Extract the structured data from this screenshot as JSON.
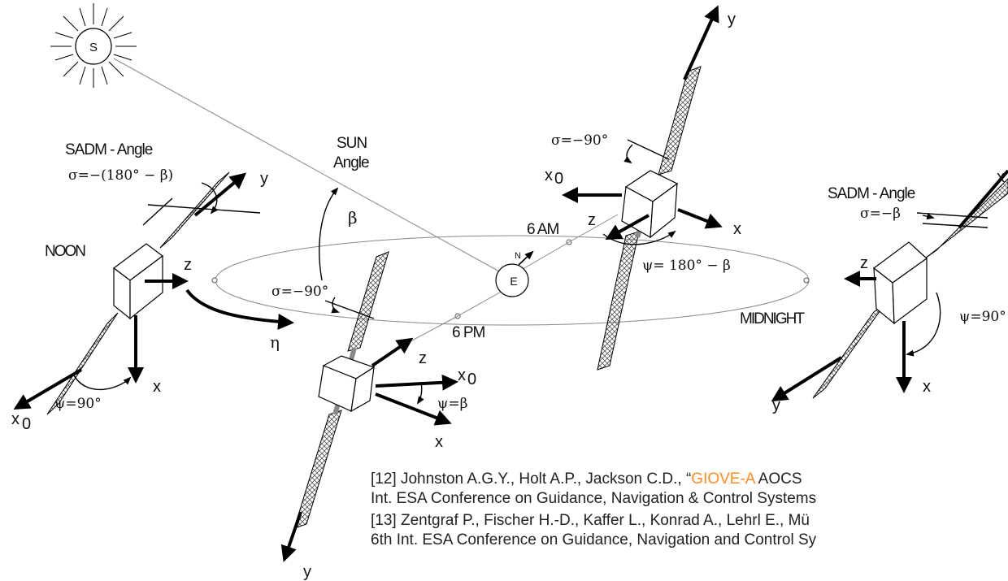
{
  "labels": {
    "sun": "S",
    "sun_angle_1": "SUN",
    "sun_angle_2": "Angle",
    "beta": "β",
    "sadm_left": "SADM - Angle",
    "sigma_noon": "σ=−(180° − β)",
    "noon": "NOON",
    "sadm_right": "SADM - Angle",
    "sigma_midnight": "σ=−β",
    "midnight": "MIDNIGHT",
    "sigma_6am": "σ=−90°",
    "sigma_6pm": "σ=−90°",
    "psi_noon": "ψ=90°",
    "psi_6am": "ψ= 180° − β",
    "psi_6pm": "ψ=β",
    "psi_midnight": "ψ=90°",
    "six_am": "6 AM",
    "six_pm": "6 PM",
    "earth": "E",
    "north": "N",
    "eta": "η"
  },
  "axes": {
    "x": "x",
    "y": "y",
    "z": "z",
    "x0": "x",
    "x0_sub": "0"
  },
  "references": [
    {
      "id": "[12]",
      "before": "Johnston A.G.Y., Holt A.P., Jackson C.D., “",
      "link": "GIOVE-A",
      "after": " AOCS",
      "line2": "Int. ESA Conference on Guidance, Navigation & Control Systems"
    },
    {
      "id": "[13]",
      "before": "Zentgraf P., Fischer H.-D., Kaffer L., Konrad A., Lehrl E., Mü",
      "link": "",
      "after": "",
      "line2": "6th Int. ESA Conference on Guidance, Navigation and Control Sy"
    }
  ],
  "colors": {
    "link": "#ff8c1a",
    "panel_hatch": "#555555"
  }
}
